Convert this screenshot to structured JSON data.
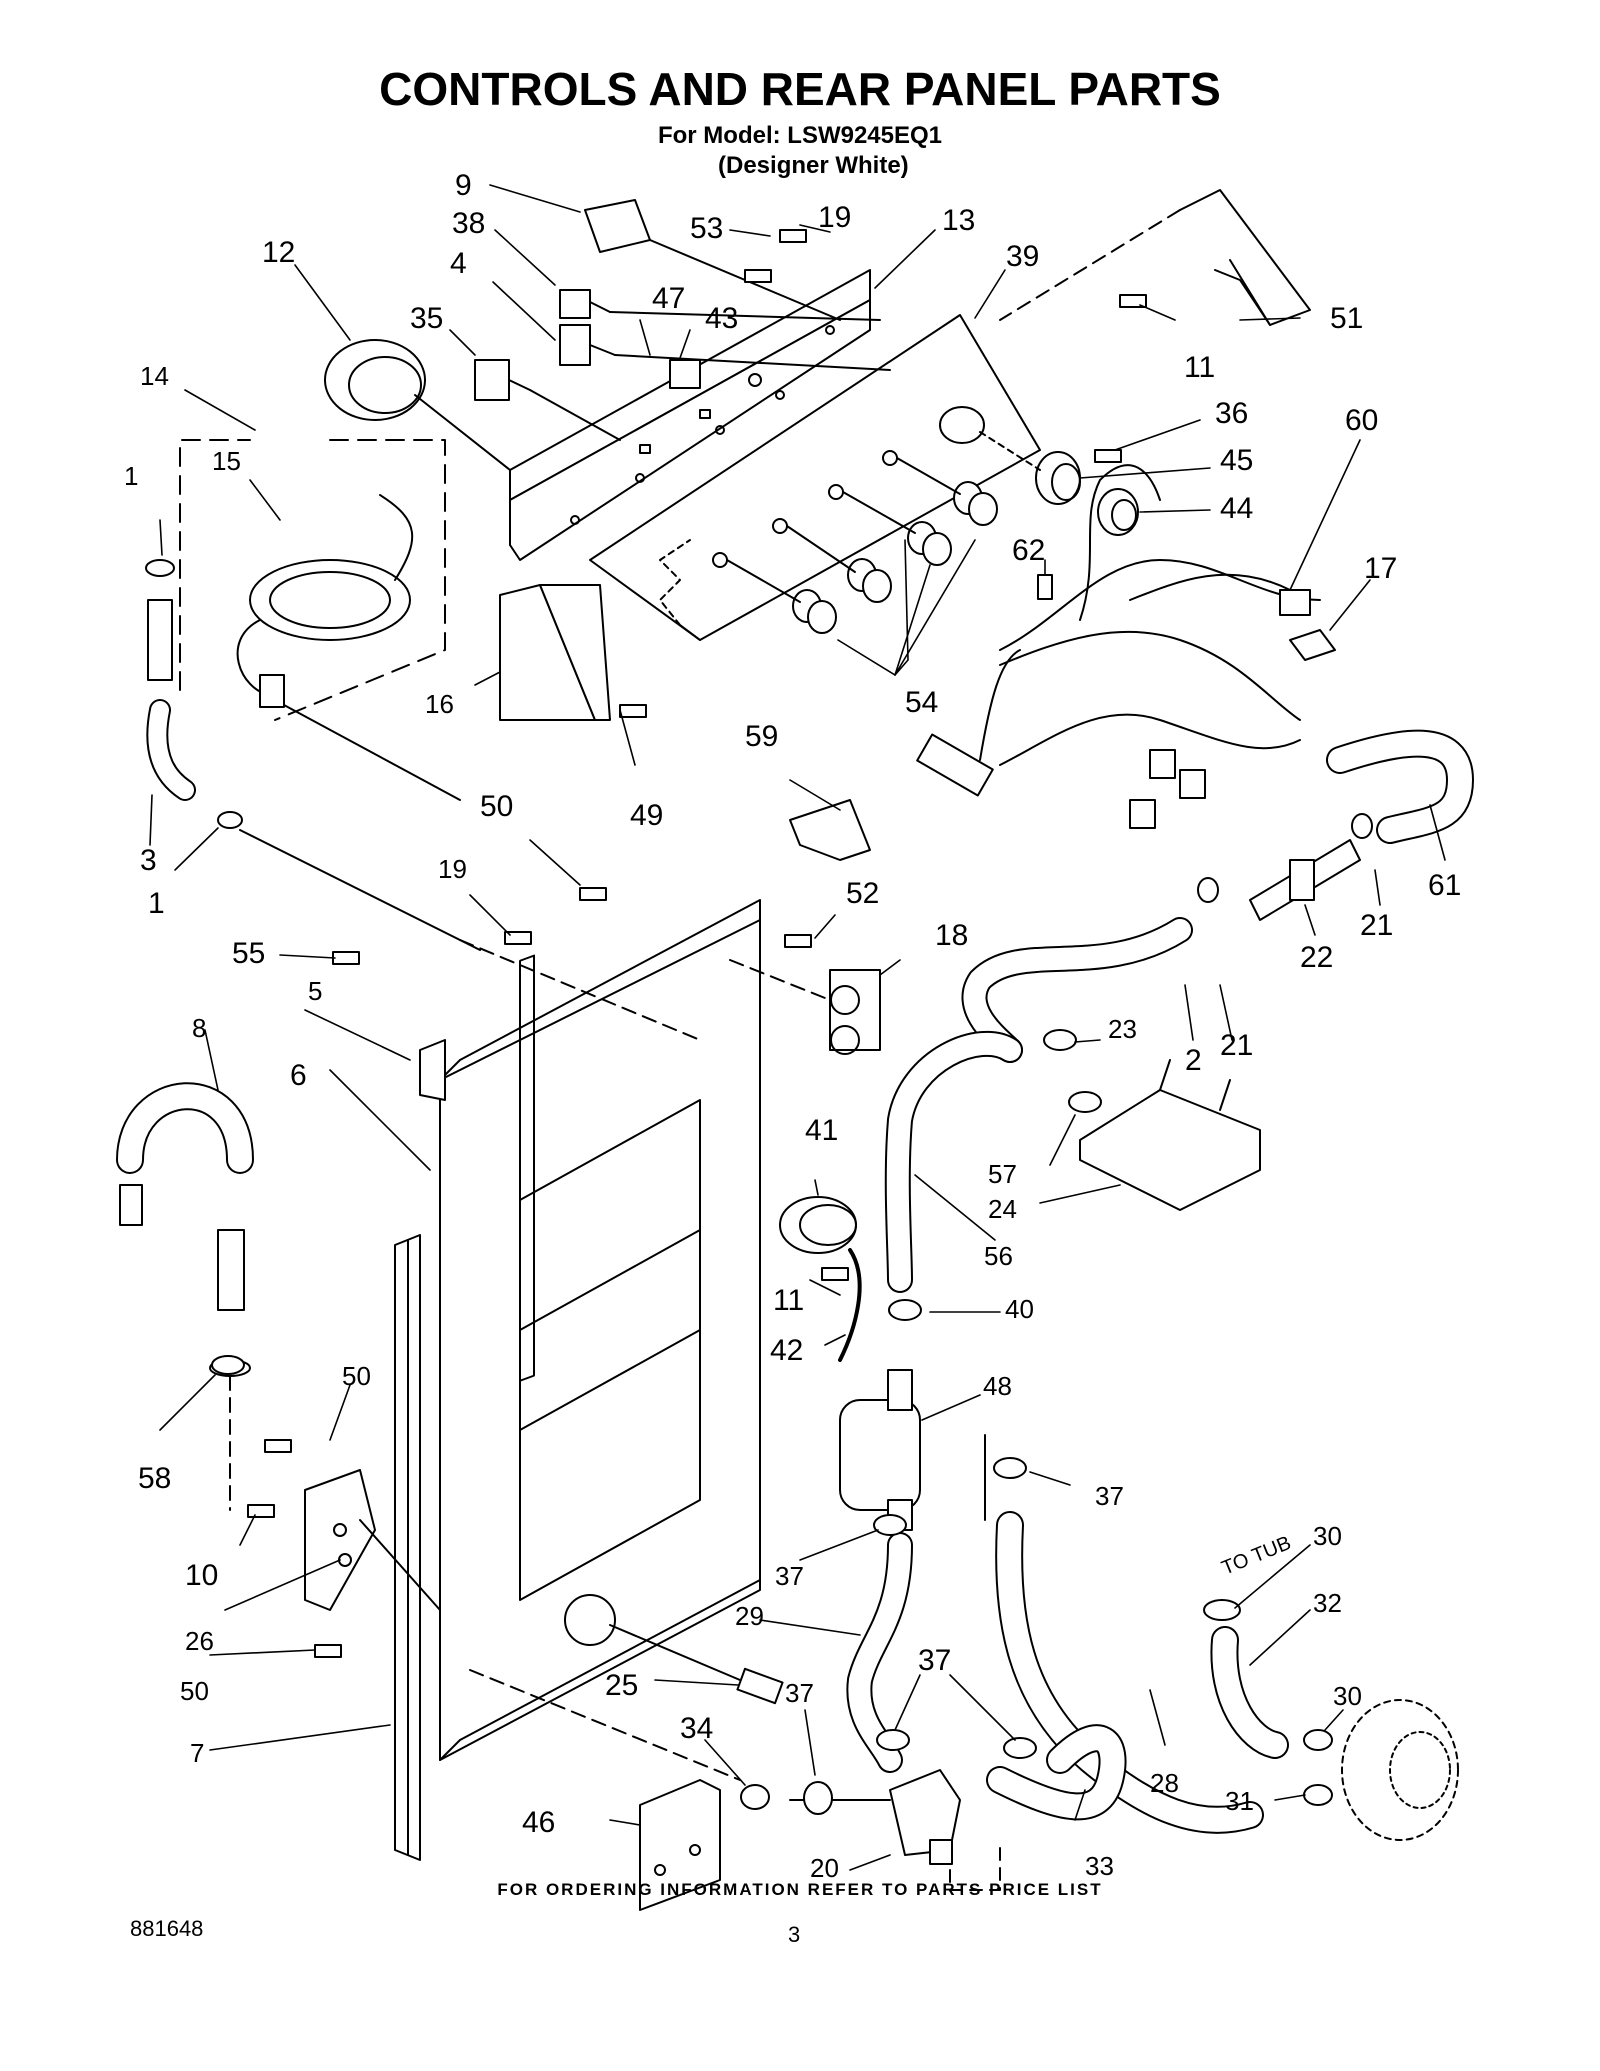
{
  "header": {
    "title": "CONTROLS AND REAR PANEL PARTS",
    "model_line": "For Model: LSW9245EQ1",
    "finish_line": "(Designer White)"
  },
  "diagram": {
    "callouts": [
      "9",
      "38",
      "53",
      "19",
      "13",
      "39",
      "12",
      "4",
      "47",
      "43",
      "35",
      "51",
      "11",
      "36",
      "60",
      "14",
      "45",
      "44",
      "15",
      "62",
      "17",
      "1",
      "54",
      "16",
      "59",
      "49",
      "50",
      "61",
      "3",
      "1",
      "19",
      "52",
      "21",
      "22",
      "55",
      "18",
      "5",
      "2",
      "21",
      "23",
      "8",
      "6",
      "41",
      "57",
      "24",
      "56",
      "11",
      "40",
      "50",
      "42",
      "48",
      "58",
      "37",
      "37",
      "10",
      "29",
      "30",
      "37",
      "32",
      "26",
      "25",
      "34",
      "37",
      "30",
      "50",
      "7",
      "28",
      "46",
      "31",
      "20",
      "33"
    ],
    "inline_text": [
      "TO TUB"
    ]
  },
  "footer": {
    "ordering_note": "FOR ORDERING INFORMATION REFER TO PARTS PRICE LIST",
    "document_number": "881648",
    "page_number": "3"
  }
}
